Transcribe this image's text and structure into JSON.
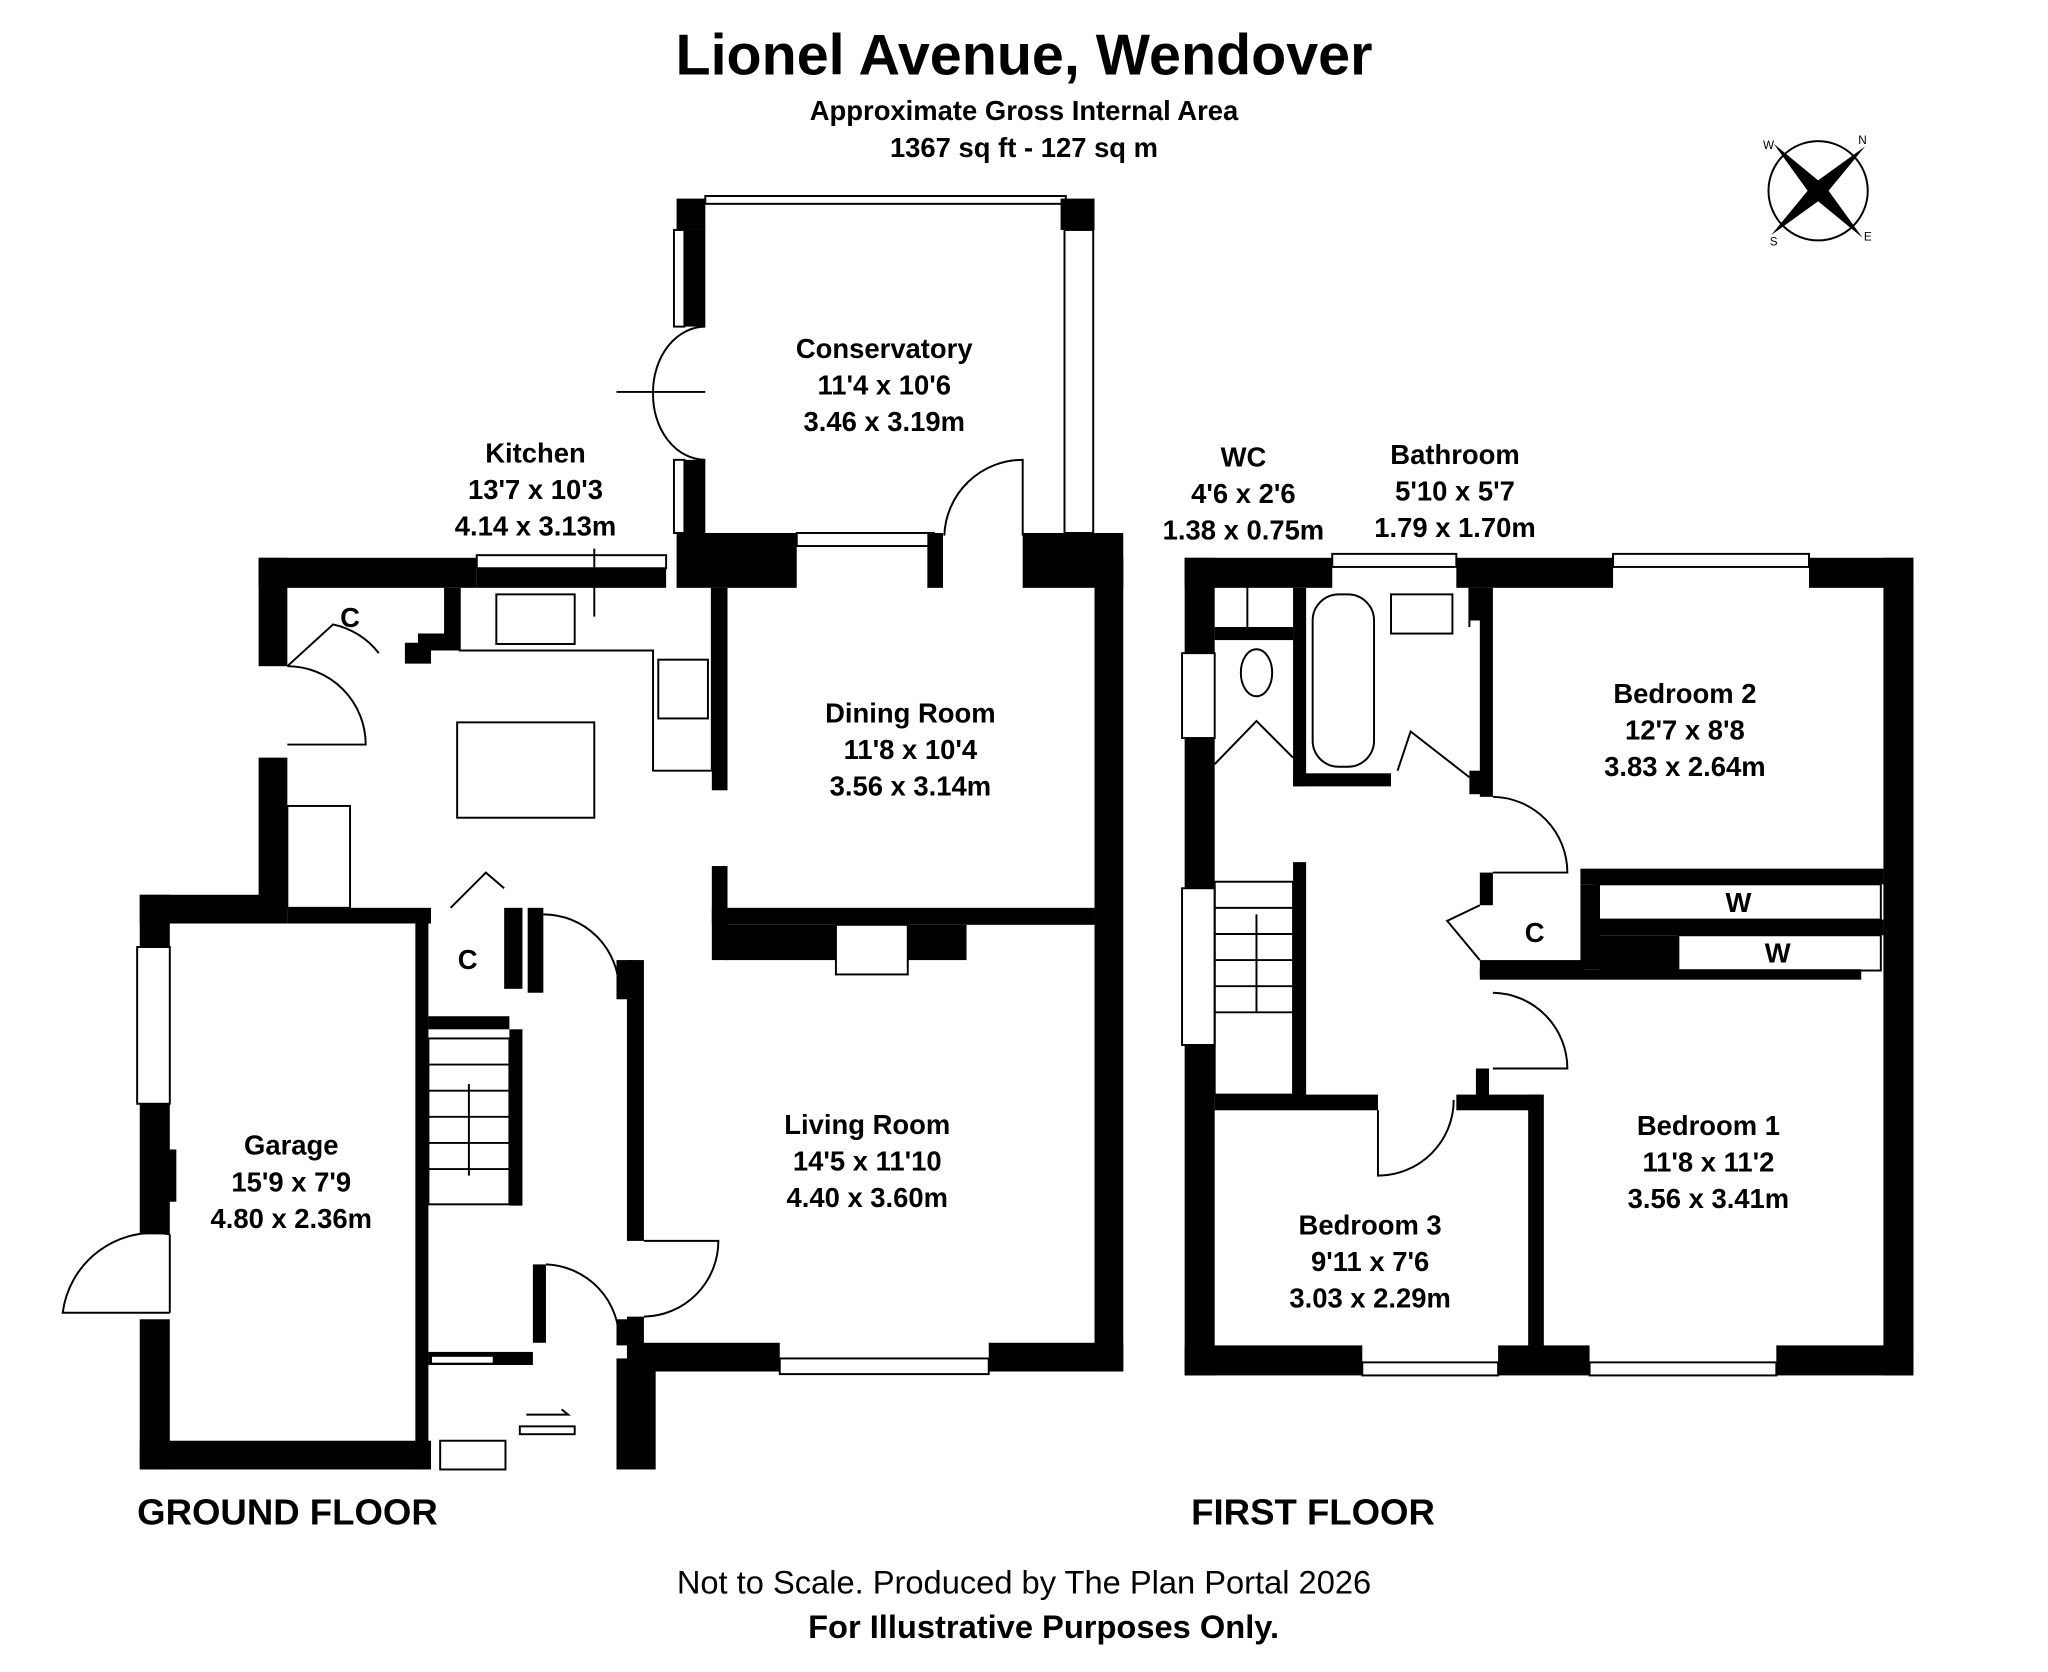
{
  "header": {
    "title": "Lionel Avenue, Wendover",
    "subtitle": "Approximate Gross Internal Area",
    "area": "1367 sq ft - 127 sq m"
  },
  "compass": {
    "icon": "compass-rose-icon",
    "letters": [
      "N",
      "E",
      "S",
      "W"
    ]
  },
  "ground_floor": {
    "label": "GROUND FLOOR",
    "rooms": [
      {
        "name": "Conservatory",
        "imperial": "11'4 x 10'6",
        "metric": "3.46 x 3.19m"
      },
      {
        "name": "Kitchen",
        "imperial": "13'7 x 10'3",
        "metric": "4.14 x 3.13m"
      },
      {
        "name": "Dining Room",
        "imperial": "11'8 x 10'4",
        "metric": "3.56 x 3.14m"
      },
      {
        "name": "Living Room",
        "imperial": "14'5 x 11'10",
        "metric": "4.40 x 3.60m"
      },
      {
        "name": "Garage",
        "imperial": "15'9 x 7'9",
        "metric": "4.80 x 2.36m"
      }
    ],
    "cupboards": [
      "C",
      "C"
    ]
  },
  "first_floor": {
    "label": "FIRST FLOOR",
    "rooms": [
      {
        "name": "WC",
        "imperial": "4'6 x 2'6",
        "metric": "1.38 x 0.75m"
      },
      {
        "name": "Bathroom",
        "imperial": "5'10 x 5'7",
        "metric": "1.79 x 1.70m"
      },
      {
        "name": "Bedroom 2",
        "imperial": "12'7 x 8'8",
        "metric": "3.83 x 2.64m"
      },
      {
        "name": "Bedroom 1",
        "imperial": "11'8 x 11'2",
        "metric": "3.56 x 3.41m"
      },
      {
        "name": "Bedroom 3",
        "imperial": "9'11 x 7'6",
        "metric": "3.03 x 2.29m"
      }
    ],
    "cupboards": [
      "C"
    ],
    "wardrobes": [
      "W",
      "W"
    ]
  },
  "footer": {
    "disclaimer": "Not to Scale. Produced by The Plan Portal 2026",
    "note": "For Illustrative Purposes Only."
  }
}
